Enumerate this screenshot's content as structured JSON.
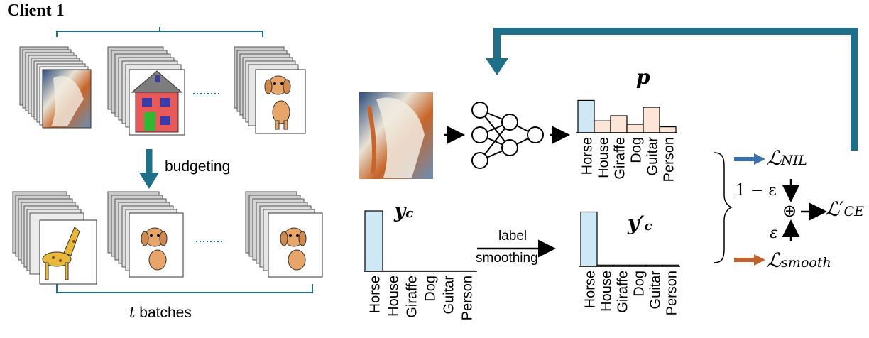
{
  "client_title": "Client 1",
  "budgeting_label": "budgeting",
  "batches_label": "t batches",
  "batches_t": "t",
  "batches_rest": " batches",
  "label_smoothing": {
    "line1": "label",
    "line2": "smoothing"
  },
  "p_label": "p",
  "yc_label": "y",
  "yc_sub": "c",
  "ypc_label": "y′",
  "ypc_sub": "c",
  "loss_nil": "ℒ",
  "loss_nil_sub": "NIL",
  "loss_smooth": "ℒ",
  "loss_smooth_sub": "smooth",
  "loss_ce": "ℒ′",
  "loss_ce_sub": "CE",
  "one_minus_eps": "1 − ε",
  "eps": "ε",
  "oplus": "⊕",
  "colors": {
    "arrow_blue": "#1f6f8b",
    "bar_blue": "#cfe8f5",
    "bar_peach": "#fde5d8",
    "nil_arrow": "#3b6fb0",
    "smooth_arrow": "#c0622b"
  },
  "chart_data": [
    {
      "type": "bar",
      "title": "p",
      "categories": [
        "Horse",
        "House",
        "Giraffe",
        "Dog",
        "Guitar",
        "Person"
      ],
      "values": [
        0.38,
        0.14,
        0.2,
        0.1,
        0.3,
        0.07
      ]
    },
    {
      "type": "bar",
      "title": "y_c",
      "categories": [
        "Horse",
        "House",
        "Giraffe",
        "Dog",
        "Guitar",
        "Person"
      ],
      "values": [
        1,
        0,
        0,
        0,
        0,
        0
      ]
    },
    {
      "type": "bar",
      "title": "y'_c",
      "categories": [
        "Horse",
        "House",
        "Giraffe",
        "Dog",
        "Guitar",
        "Person"
      ],
      "values": [
        0.9,
        0.02,
        0.02,
        0.02,
        0.02,
        0.02
      ]
    }
  ],
  "icons": [
    "horse-image",
    "house-image",
    "dog-image",
    "giraffe-image",
    "neural-network-icon"
  ]
}
